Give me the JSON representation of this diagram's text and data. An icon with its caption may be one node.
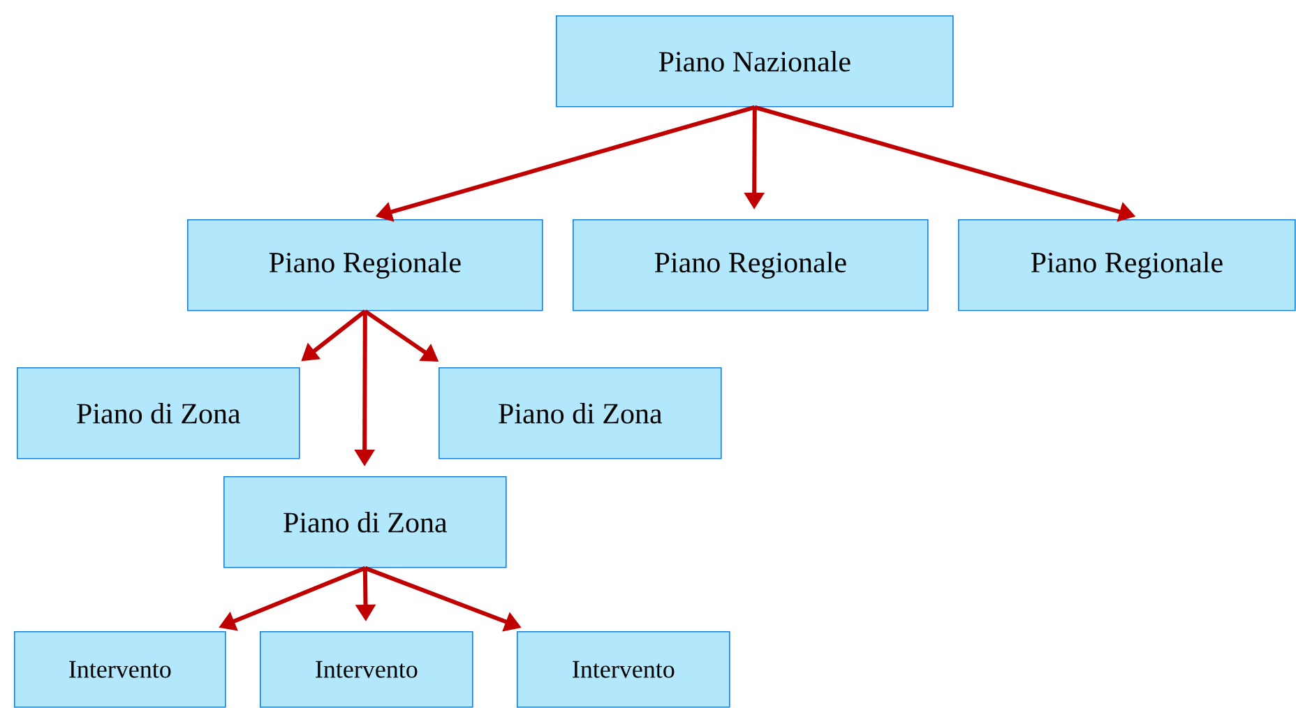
{
  "diagram": {
    "nodes": [
      {
        "text": [
          "Piano Nazionale"
        ]
      },
      {
        "text": [
          "Piano Regionale"
        ]
      },
      {
        "text": [
          "Piano Regionale"
        ]
      },
      {
        "text": [
          "Piano Regionale"
        ]
      },
      {
        "text": [
          "Piano di Zona"
        ]
      },
      {
        "text": [
          "Piano di Zona"
        ]
      },
      {
        "text": [
          "Piano di Zona"
        ]
      },
      {
        "text": [
          "Intervento"
        ]
      },
      {
        "text": [
          "Intervento"
        ]
      },
      {
        "text": [
          "Intervento"
        ]
      }
    ],
    "edges": [
      {
        "from": 0,
        "to": 1,
        "arrow": "to"
      },
      {
        "from": 0,
        "to": 2,
        "arrow": "to"
      },
      {
        "from": 0,
        "to": 3,
        "arrow": "to"
      },
      {
        "from": 1,
        "to": 4,
        "arrow": "to"
      },
      {
        "from": 1,
        "to": 5,
        "arrow": "to"
      },
      {
        "from": 1,
        "to": 6,
        "arrow": "to"
      },
      {
        "from": 6,
        "to": 7,
        "arrow": "to"
      },
      {
        "from": 6,
        "to": 8,
        "arrow": "to"
      },
      {
        "from": 6,
        "to": 9,
        "arrow": "to"
      }
    ]
  }
}
